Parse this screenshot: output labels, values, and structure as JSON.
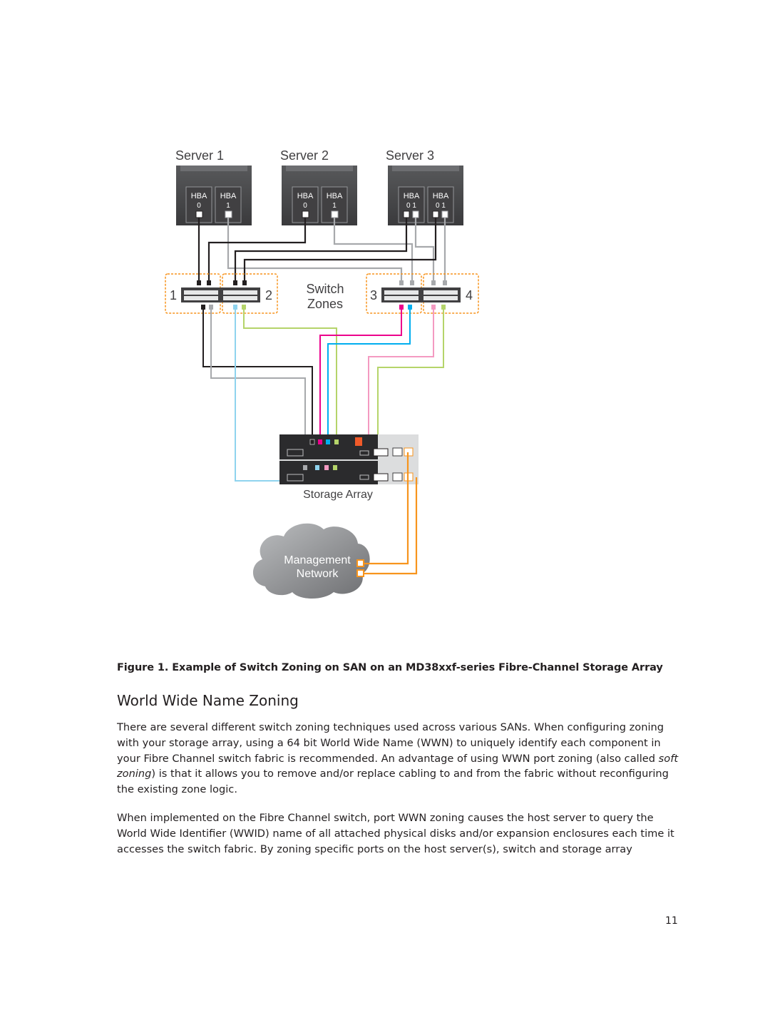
{
  "figure": {
    "servers": [
      {
        "label": "Server 1",
        "hba": [
          {
            "name": "HBA",
            "port": "0"
          },
          {
            "name": "HBA",
            "port": "1"
          }
        ]
      },
      {
        "label": "Server 2",
        "hba": [
          {
            "name": "HBA",
            "port": "0"
          },
          {
            "name": "HBA",
            "port": "1"
          }
        ]
      },
      {
        "label": "Server 3",
        "hba": [
          {
            "name": "HBA",
            "port": "0 1"
          },
          {
            "name": "HBA",
            "port": "0 1"
          }
        ]
      }
    ],
    "zone_numbers": [
      "1",
      "2",
      "3",
      "4"
    ],
    "switch_zones_line1": "Switch",
    "switch_zones_line2": "Zones",
    "storage_array_label": "Storage Array",
    "management_line1": "Management",
    "management_line2": "Network",
    "colors": {
      "cable_black": "#231f20",
      "cable_gray": "#a7a9ac",
      "cable_magenta": "#ec008c",
      "cable_cyan": "#00aeef",
      "cable_pink": "#f49ac1",
      "cable_lightblue": "#8fd3ee",
      "cable_green": "#b5d46a",
      "cable_orange": "#f7941d",
      "zone_border": "#f7941d",
      "server_body": "#414042"
    }
  },
  "caption": "Figure 1. Example of Switch Zoning on SAN on an MD38xxf-series Fibre-Channel Storage Array",
  "section_title": "World Wide Name Zoning",
  "paragraph1": {
    "before_italic": "There are several different switch zoning techniques used across various SANs. When configuring zoning with your storage array, using a 64 bit World Wide Name (WWN) to uniquely identify each component in your Fibre Channel switch fabric is recommended. An advantage of using WWN port zoning (also called ",
    "italic": "soft zoning",
    "after_italic": ") is that it allows you to remove and/or replace cabling to and from the fabric without reconfiguring the existing zone logic."
  },
  "paragraph2": "When implemented on the Fibre Channel switch, port WWN zoning causes the host server to query the World Wide Identifier (WWID) name of all attached physical disks and/or expansion enclosures each time it accesses the switch fabric. By zoning specific ports on the host server(s), switch and storage array",
  "page_number": "11"
}
